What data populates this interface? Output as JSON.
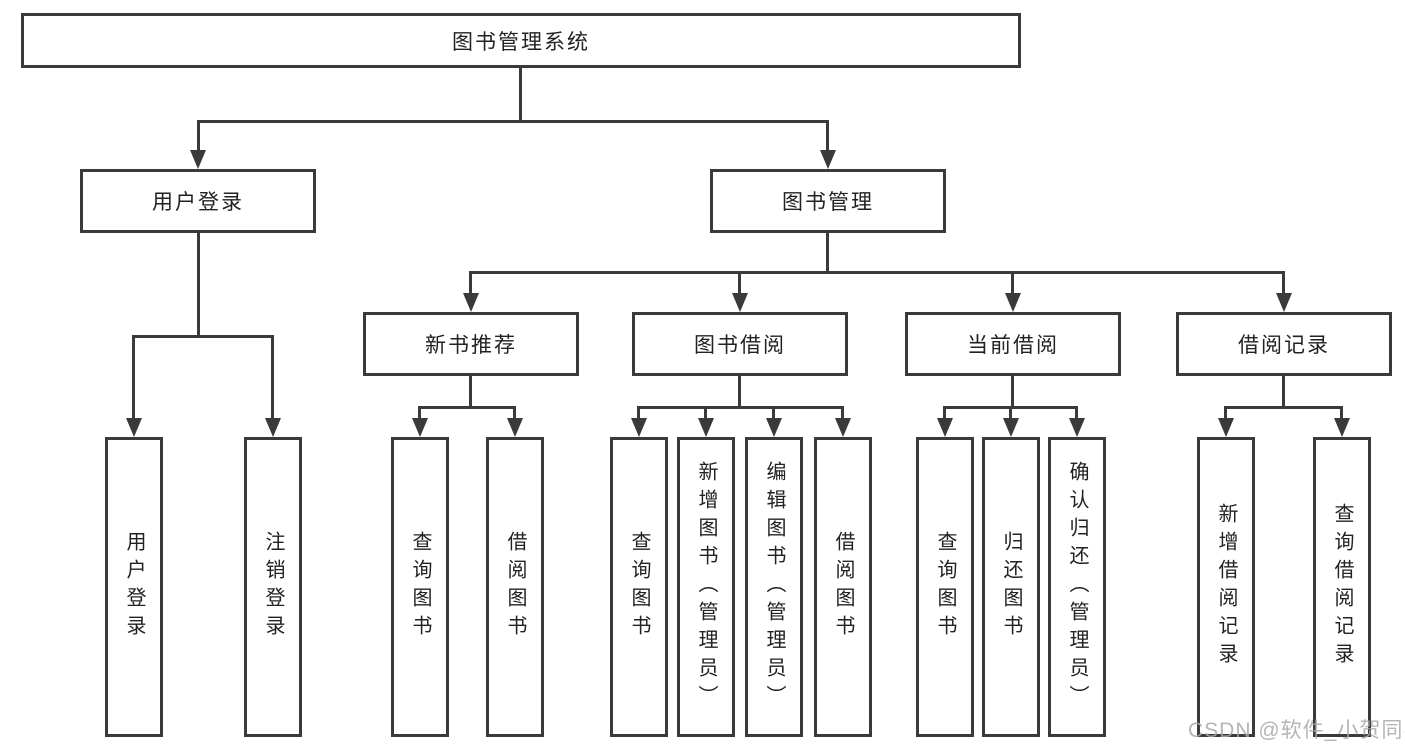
{
  "tree": {
    "root": {
      "label": "图书管理系统"
    },
    "branches": [
      {
        "label": "用户登录",
        "leaves": [
          "用户登录",
          "注销登录"
        ]
      },
      {
        "label": "图书管理",
        "groups": [
          {
            "label": "新书推荐",
            "leaves": [
              "查询图书",
              "借阅图书"
            ]
          },
          {
            "label": "图书借阅",
            "leaves": [
              "查询图书",
              "新增图书（管理员）",
              "编辑图书（管理员）",
              "借阅图书"
            ]
          },
          {
            "label": "当前借阅",
            "leaves": [
              "查询图书",
              "归还图书",
              "确认归还（管理员）"
            ]
          },
          {
            "label": "借阅记录",
            "leaves": [
              "新增借阅记录",
              "查询借阅记录"
            ]
          }
        ]
      }
    ]
  },
  "watermark": "CSDN @软件_小贺同学",
  "colors": {
    "line": "#3a3a3a",
    "box_border": "#3a3a3a",
    "box_background": "#ffffff",
    "text": "#222222",
    "watermark": "#a8a8a8",
    "page_background": "#ffffff"
  }
}
